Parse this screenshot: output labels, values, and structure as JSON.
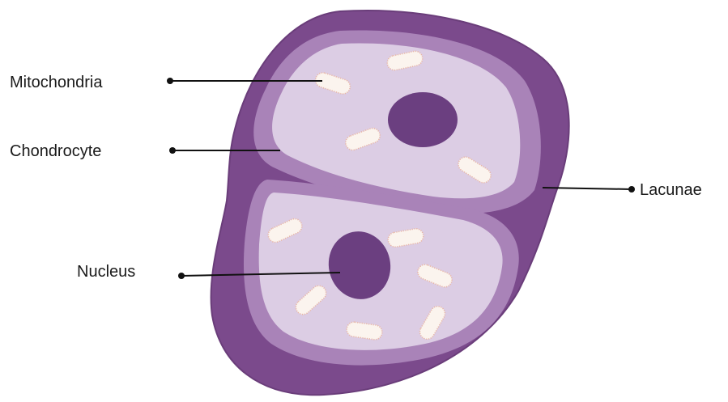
{
  "diagram": {
    "labels": {
      "mitochondria": "Mitochondria",
      "chondrocyte": "Chondrocyte",
      "nucleus": "Nucleus",
      "lacunae": "Lacunae"
    },
    "colors": {
      "outer_matrix": "#7b4a8c",
      "outer_stroke": "#6a3d7a",
      "lacuna_ring": "#a983b8",
      "cytoplasm": "#dccde4",
      "nucleus": "#6b3f80",
      "mitochondria_fill": "#fbf4ee",
      "mitochondria_dots": "#e9b7a6"
    }
  }
}
